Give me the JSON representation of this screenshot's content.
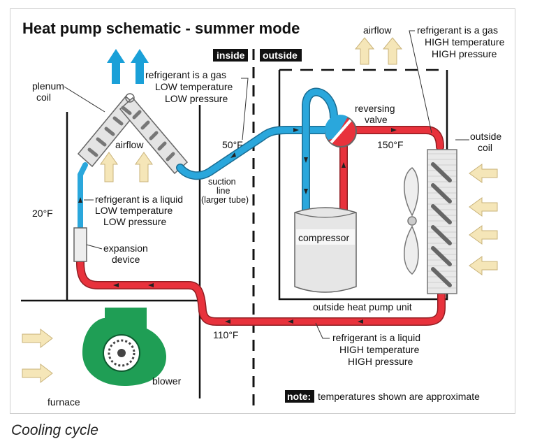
{
  "title": "Heat pump schematic - summer mode",
  "caption": "Cooling cycle",
  "zones": {
    "inside": "inside",
    "outside": "outside"
  },
  "labels": {
    "airflow_top": "airflow",
    "airflow_coil": "airflow",
    "plenum_coil": [
      "plenum",
      "coil"
    ],
    "gas_low": [
      "refrigerant is a gas",
      "LOW temperature",
      "LOW pressure"
    ],
    "gas_high": [
      "refrigerant is a gas",
      "HIGH temperature",
      "HIGH pressure"
    ],
    "liquid_low": [
      "refrigerant is a liquid",
      "LOW temperature",
      "LOW pressure"
    ],
    "liquid_high": [
      "refrigerant is a liquid",
      "HIGH temperature",
      "HIGH pressure"
    ],
    "reversing_valve": [
      "reversing",
      "valve"
    ],
    "outside_coil": [
      "outside",
      "coil"
    ],
    "suction_line": [
      "suction",
      "line",
      "(larger tube)"
    ],
    "expansion_device": [
      "expansion",
      "device"
    ],
    "compressor": "compressor",
    "outside_unit": "outside heat pump unit",
    "blower": "blower",
    "furnace": "furnace",
    "temp_20": "20°F",
    "temp_50": "50°F",
    "temp_110": "110°F",
    "temp_150": "150°F",
    "note_tag": "note:",
    "note_text": "temperatures shown are approximate"
  },
  "colors": {
    "cold_line": "#2aa7dc",
    "hot_line": "#e8323c",
    "blower": "#1f9e55",
    "airflow_arrow": "#f5e6b8",
    "airflow_blue": "#1aa0d8"
  }
}
